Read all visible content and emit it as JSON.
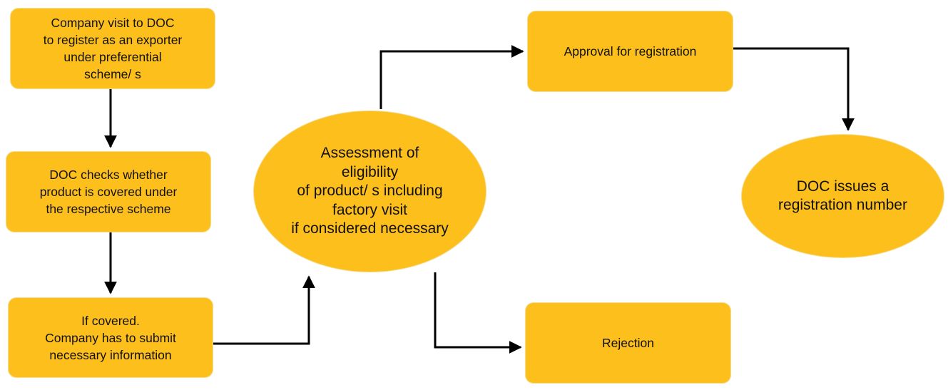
{
  "theme": {
    "node_fill": "#fdbf1b",
    "node_border": "#f3dc8c",
    "line_color": "#000000",
    "background": "#ffffff"
  },
  "nodes": {
    "visit": "Company visit to DOC\nto register as an exporter\nunder preferential\nscheme/ s",
    "check": "DOC checks whether\nproduct is covered under\nthe respective scheme",
    "submit": "If covered.\nCompany has to submit\nnecessary information",
    "assess": "Assessment of\neligibility\nof product/ s including\nfactory visit\nif considered necessary",
    "approval": "Approval for registration",
    "rejection": "Rejection",
    "issue": "DOC issues a\nregistration number"
  },
  "edges": [
    {
      "from": "visit",
      "to": "check"
    },
    {
      "from": "check",
      "to": "submit"
    },
    {
      "from": "submit",
      "to": "assess"
    },
    {
      "from": "assess",
      "to": "approval"
    },
    {
      "from": "assess",
      "to": "rejection"
    },
    {
      "from": "approval",
      "to": "issue"
    }
  ]
}
